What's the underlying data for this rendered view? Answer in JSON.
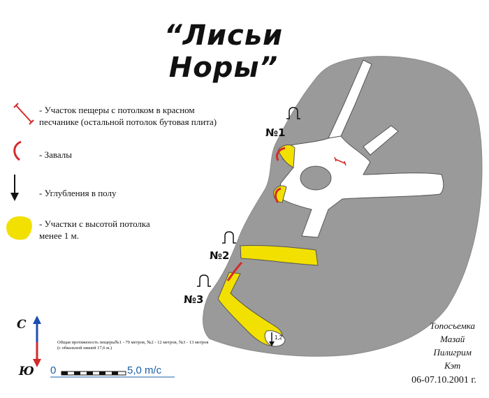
{
  "title": "“Лисьи Норы”",
  "legend": [
    {
      "icon": "red-ceiling-segment-icon",
      "text": "- Участок пещеры с потолком в красном песчанике (остальной потолок бутовая плита)"
    },
    {
      "icon": "collapse-icon",
      "text": "- Завалы"
    },
    {
      "icon": "floor-depression-arrow-icon",
      "text": "- Углубления в полу"
    },
    {
      "icon": "low-ceiling-area-icon",
      "text": "- Участки с высотой потолка менее 1 м."
    }
  ],
  "entrances": [
    {
      "label": "№1"
    },
    {
      "label": "№2"
    },
    {
      "label": "№3"
    }
  ],
  "depression_label": "1,2",
  "compass": {
    "north": "С",
    "south": "Ю"
  },
  "length_note": "Общая протяженость пещеры№1 - 79 метров, №2 - 12 метров, №3 - 13 метров (с обвальной нишей 17,6 м.)",
  "scale": {
    "zero": "0",
    "max": "5,0 m/c"
  },
  "credits": [
    "Топосъемка",
    "Мазай",
    "Пилигрим",
    "Кэт"
  ],
  "date": "06-07.10.2001 г.",
  "colors": {
    "rock": "#9a9a9a",
    "passage": "#ffffff",
    "low_ceiling": "#f2e000",
    "red_sandstone": "#d42a2a",
    "compass_north": "#1a4fb0",
    "compass_south": "#d42a2a"
  }
}
